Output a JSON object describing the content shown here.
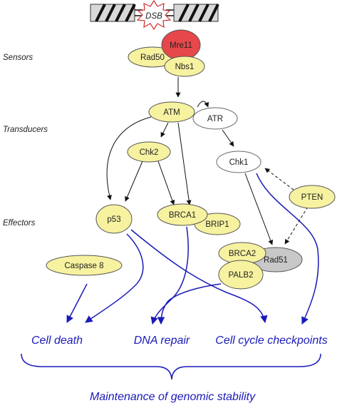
{
  "dsb_label": "DSB",
  "stage_labels": {
    "sensors": "Sensors",
    "transducers": "Transducers",
    "effectors": "Effectors"
  },
  "proteins": {
    "mre11": "Mre11",
    "rad50": "Rad50",
    "nbs1": "Nbs1",
    "atm": "ATM",
    "atr": "ATR",
    "chk2": "Chk2",
    "chk1": "Chk1",
    "pten": "PTEN",
    "p53": "p53",
    "brca1": "BRCA1",
    "brip1": "BRIP1",
    "brca2": "BRCA2",
    "rad51": "Rad51",
    "palb2": "PALB2",
    "caspase8": "Caspase 8"
  },
  "outcomes": {
    "cell_death": "Cell death",
    "dna_repair": "DNA repair",
    "checkpoints": "Cell cycle checkpoints"
  },
  "summary": "Maintenance of genomic stability",
  "colors": {
    "yellow": "#f7f2a0",
    "red": "#e6474a",
    "gray": "#c8c8c8",
    "white": "#ffffff",
    "blue": "#1a1ab8",
    "black": "#111111"
  }
}
